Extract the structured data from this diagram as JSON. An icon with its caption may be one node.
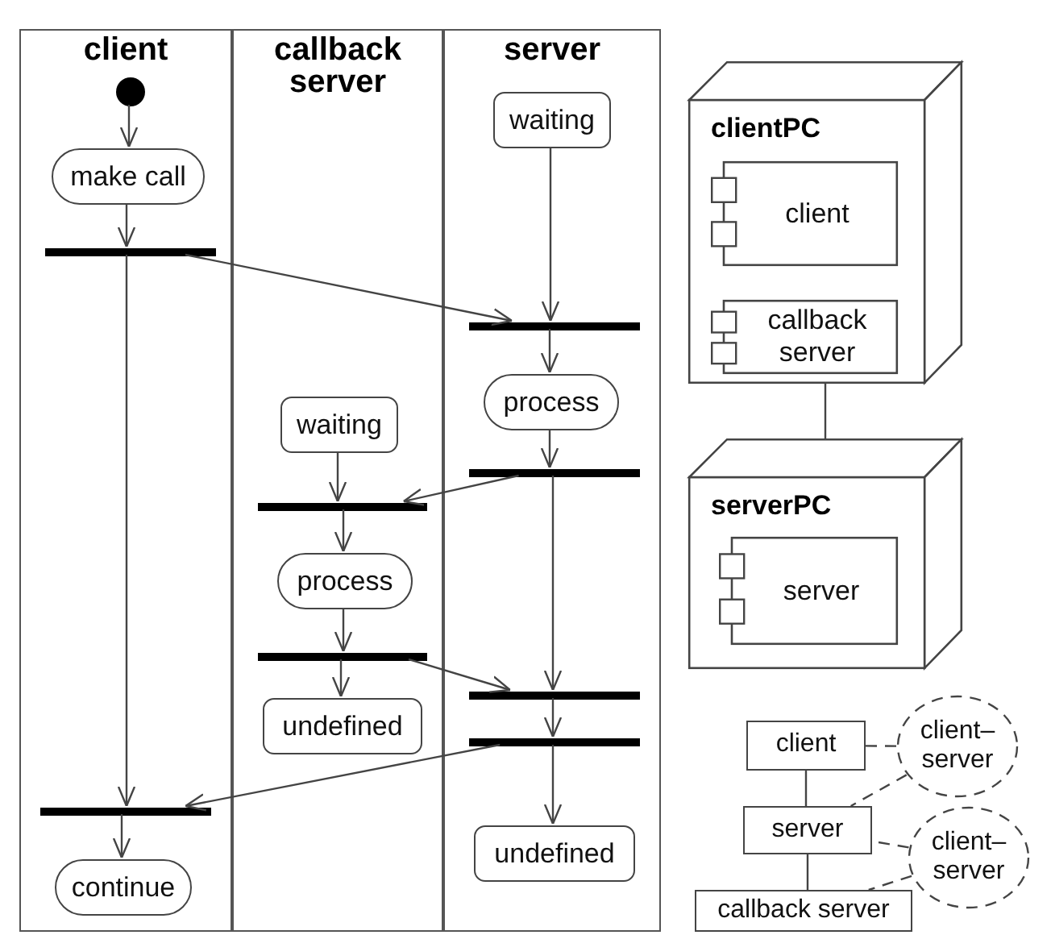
{
  "diagram": {
    "nodes": [
      {
        "text": [
          "client"
        ]
      },
      {
        "text": [
          "callback server"
        ]
      },
      {
        "text": [
          "server"
        ]
      },
      {
        "text": [],
        "shape": "circle",
        "in": 0
      },
      {
        "text": [
          "make call"
        ],
        "in": 0
      },
      {
        "text": [],
        "shape": "bar",
        "in": 0
      },
      {
        "text": [
          "waiting"
        ],
        "in": 2
      },
      {
        "text": [],
        "shape": "bar",
        "in": 2
      },
      {
        "text": [
          "process"
        ],
        "in": 2
      },
      {
        "text": [],
        "shape": "bar",
        "in": 2
      },
      {
        "text": [
          "waiting"
        ],
        "in": 1
      },
      {
        "text": [],
        "shape": "bar",
        "in": 1
      },
      {
        "text": [
          "process"
        ],
        "in": 1
      },
      {
        "text": [],
        "shape": "bar",
        "in": 1
      },
      {
        "text": [
          "undefined"
        ],
        "in": 1
      },
      {
        "text": [],
        "shape": "bar",
        "in": 2
      },
      {
        "text": [],
        "shape": "bar",
        "in": 2
      },
      {
        "text": [],
        "shape": "bar",
        "in": 0
      },
      {
        "text": [
          "undefined"
        ],
        "in": 2
      },
      {
        "text": [
          "continue"
        ],
        "in": 0
      },
      {
        "text": [
          "clientPC"
        ]
      },
      {
        "text": [
          "client"
        ],
        "in": 20
      },
      {
        "text": [
          "callback server"
        ],
        "in": 20
      },
      {
        "text": [
          "serverPC"
        ]
      },
      {
        "text": [
          "server"
        ],
        "in": 23
      },
      {
        "text": [
          "client"
        ]
      },
      {
        "text": [
          "server"
        ]
      },
      {
        "text": [
          "callback server"
        ]
      },
      {
        "text": [
          "client–server"
        ]
      },
      {
        "text": [
          "client–server"
        ]
      }
    ],
    "edges": [
      {
        "from": 3,
        "to": 4,
        "arrow": "to"
      },
      {
        "from": 4,
        "to": 5,
        "arrow": "to"
      },
      {
        "from": 5,
        "to": 17,
        "arrow": "to"
      },
      {
        "from": 5,
        "to": 7,
        "arrow": "to"
      },
      {
        "from": 6,
        "to": 7,
        "arrow": "to"
      },
      {
        "from": 7,
        "to": 8,
        "arrow": "to"
      },
      {
        "from": 8,
        "to": 9,
        "arrow": "to"
      },
      {
        "from": 9,
        "to": 11,
        "arrow": "to"
      },
      {
        "from": 10,
        "to": 11,
        "arrow": "to"
      },
      {
        "from": 11,
        "to": 12,
        "arrow": "to"
      },
      {
        "from": 12,
        "to": 13,
        "arrow": "to"
      },
      {
        "from": 13,
        "to": 14,
        "arrow": "to"
      },
      {
        "from": 13,
        "to": 15,
        "arrow": "to"
      },
      {
        "from": 9,
        "to": 15,
        "arrow": "to"
      },
      {
        "from": 15,
        "to": 16,
        "arrow": "to"
      },
      {
        "from": 16,
        "to": 17,
        "arrow": "to"
      },
      {
        "from": 16,
        "to": 18,
        "arrow": "to"
      },
      {
        "from": 17,
        "to": 19,
        "arrow": "to"
      },
      {
        "from": 20,
        "to": 23,
        "arrow": "none"
      },
      {
        "from": 25,
        "to": 26,
        "arrow": "none"
      },
      {
        "from": 26,
        "to": 27,
        "arrow": "none"
      },
      {
        "from": 28,
        "to": 25,
        "arrow": "none",
        "style": "dashed"
      },
      {
        "from": 28,
        "to": 26,
        "arrow": "none",
        "style": "dashed"
      },
      {
        "from": 29,
        "to": 26,
        "arrow": "none",
        "style": "dashed"
      },
      {
        "from": 29,
        "to": 27,
        "arrow": "none",
        "style": "dashed"
      }
    ]
  }
}
